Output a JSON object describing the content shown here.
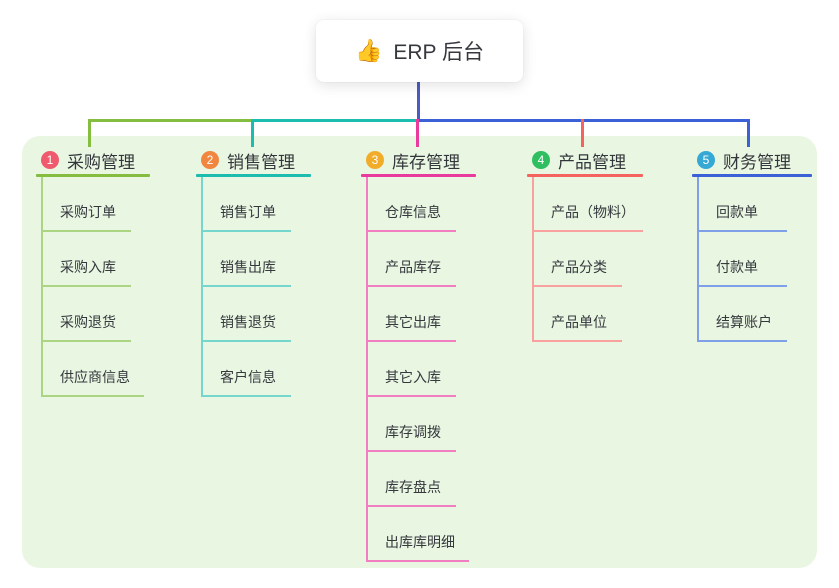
{
  "root": {
    "icon": "thumbs-up",
    "icon_char": "👍",
    "label": "ERP 后台",
    "connector_color": "#4a5cc4"
  },
  "panel_color": "#e9f6e2",
  "branches": [
    {
      "num": "1",
      "label": "采购管理",
      "colors": {
        "main": "#84bd3f",
        "light": "#abd583",
        "badge": "#ef5b6d"
      },
      "items": [
        "采购订单",
        "采购入库",
        "采购退货",
        "供应商信息"
      ]
    },
    {
      "num": "2",
      "label": "销售管理",
      "colors": {
        "main": "#1cbcae",
        "light": "#74d6cc",
        "badge": "#f0863f"
      },
      "items": [
        "销售订单",
        "销售出库",
        "销售退货",
        "客户信息"
      ]
    },
    {
      "num": "3",
      "label": "库存管理",
      "colors": {
        "main": "#e93a9e",
        "light": "#f07ec1",
        "badge": "#f1ad29"
      },
      "items": [
        "仓库信息",
        "产品库存",
        "其它出库",
        "其它入库",
        "库存调拨",
        "库存盘点",
        "出库库明细"
      ]
    },
    {
      "num": "4",
      "label": "产品管理",
      "colors": {
        "main": "#f5635f",
        "light": "#f9a19f",
        "badge": "#2fbf60"
      },
      "items": [
        "产品（物料）",
        "产品分类",
        "产品单位"
      ]
    },
    {
      "num": "5",
      "label": "财务管理",
      "colors": {
        "main": "#3c60d6",
        "light": "#7f9fe8",
        "badge": "#36a8d5"
      },
      "items": [
        "回款单",
        "付款单",
        "结算账户"
      ]
    }
  ]
}
